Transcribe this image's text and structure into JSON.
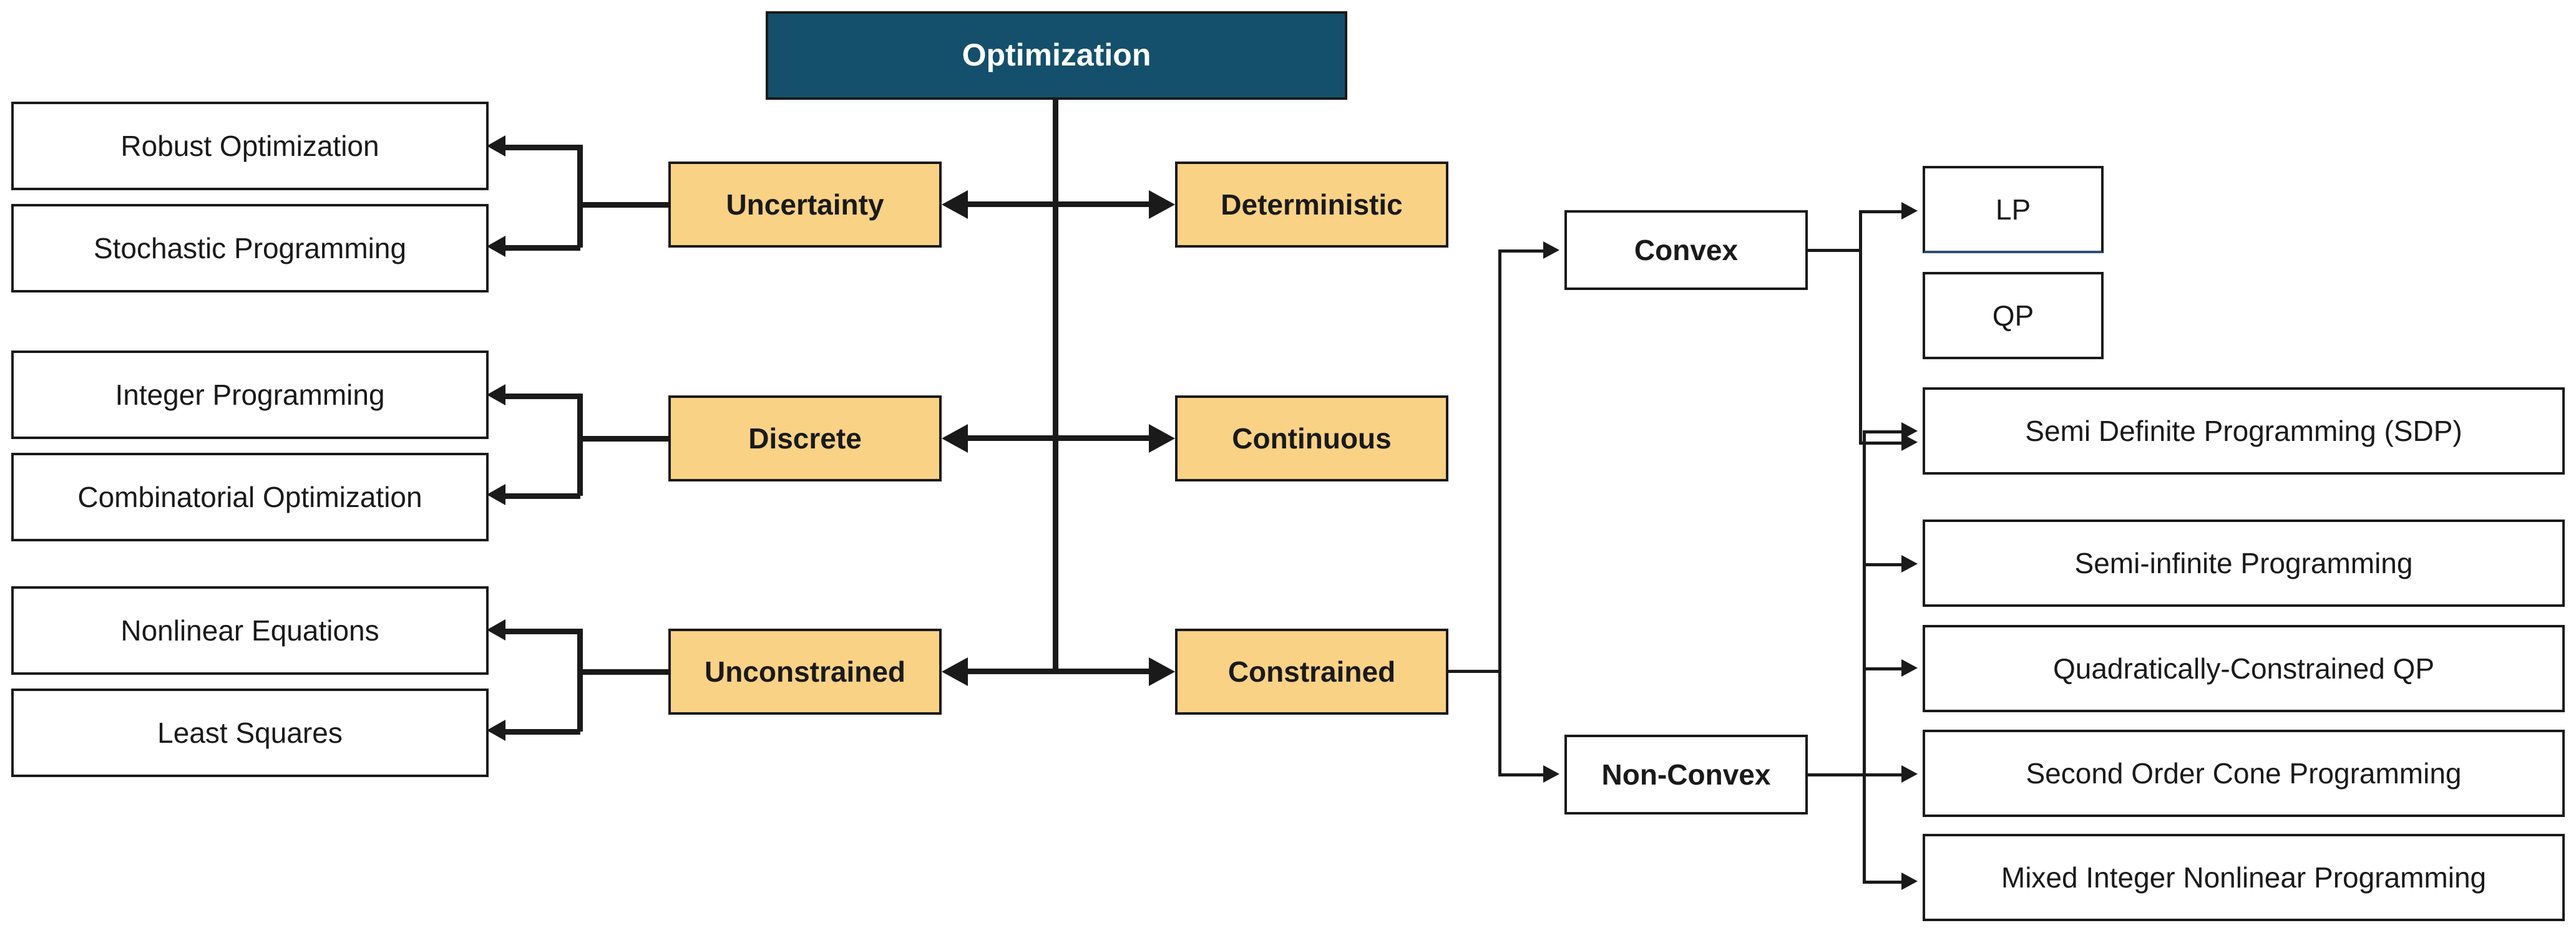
{
  "diagram": {
    "title": "Optimization",
    "root": {
      "label": "Optimization"
    },
    "branches": [
      {
        "id": "uncertainty-deterministic",
        "left": {
          "label": "Uncertainty"
        },
        "right": {
          "label": "Deterministic"
        },
        "left_children": [
          {
            "label": "Robust Optimization"
          },
          {
            "label": "Stochastic Programming"
          }
        ]
      },
      {
        "id": "discrete-continuous",
        "left": {
          "label": "Discrete"
        },
        "right": {
          "label": "Continuous"
        },
        "left_children": [
          {
            "label": "Integer Programming"
          },
          {
            "label": "Combinatorial Optimization"
          }
        ]
      },
      {
        "id": "unconstrained-constrained",
        "left": {
          "label": "Unconstrained"
        },
        "right": {
          "label": "Constrained"
        },
        "left_children": [
          {
            "label": "Nonlinear Equations"
          },
          {
            "label": "Least Squares"
          }
        ]
      }
    ],
    "constrained_children": [
      {
        "id": "convex",
        "label": "Convex",
        "children": [
          {
            "label": "LP"
          },
          {
            "label": "QP"
          }
        ]
      },
      {
        "id": "non-convex",
        "label": "Non-Convex",
        "children": [
          {
            "label": "Semi Definite Programming (SDP)"
          },
          {
            "label": "Semi-infinite Programming"
          },
          {
            "label": "Quadratically-Constrained QP"
          },
          {
            "label": "Second Order Cone Programming"
          },
          {
            "label": "Mixed Integer Nonlinear Programming"
          }
        ]
      }
    ],
    "colors": {
      "root_fill": "#14506b",
      "root_text": "#ffffff",
      "category_fill": "#f9d285",
      "leaf_fill": "#ffffff",
      "stroke": "#1a1a1a",
      "background": "#ffffff"
    }
  }
}
